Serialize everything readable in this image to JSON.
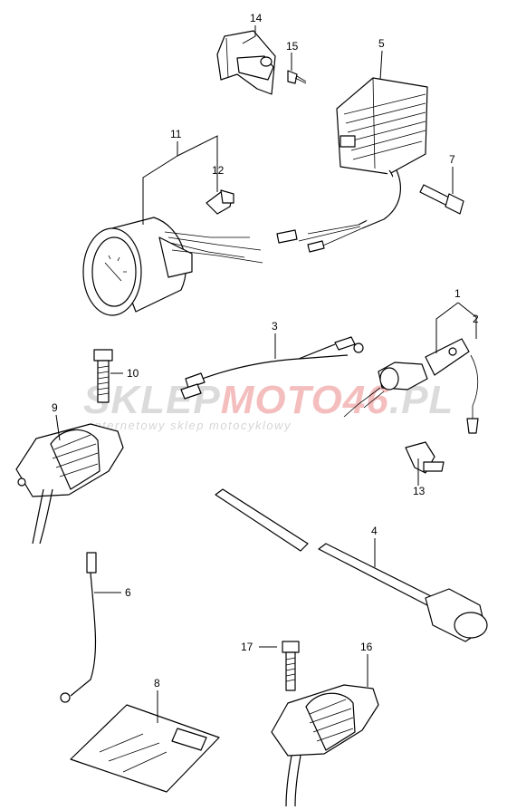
{
  "callouts": [
    "1",
    "2",
    "3",
    "4",
    "5",
    "6",
    "7",
    "8",
    "9",
    "10",
    "11",
    "12",
    "13",
    "14",
    "15",
    "16",
    "17"
  ],
  "watermark": {
    "main_a": "SKLEP",
    "main_b": "MOTO",
    "main_c": "46",
    "main_d": ".PL",
    "sub": "internetowy sklep motocyklowy"
  }
}
